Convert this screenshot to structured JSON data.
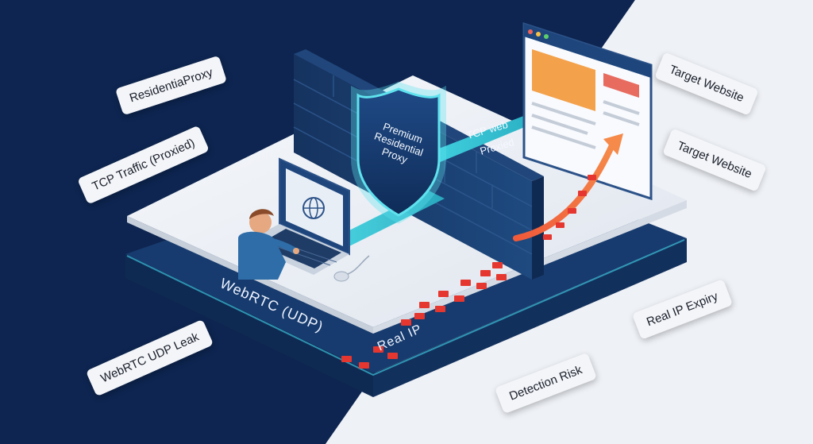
{
  "labels": {
    "residential_proxy": "ResidentiaProxy",
    "tcp_traffic": "TCP Traffic (Proxied)",
    "target_website_1": "Target Website",
    "target_website_2": "Target Website",
    "webrtc_leak": "WebRTC UDP Leak",
    "detection_risk": "Detection Risk",
    "real_ip_expiry": "Real IP Expiry"
  },
  "platform": {
    "webrtc_udp": "WebRTC (UDP)",
    "real_ip": "Real IP"
  },
  "shield": {
    "text": "Premium\nResidential\nProxy"
  },
  "arrow": {
    "tcp_web": "TCP web",
    "proxied": "Proxied"
  },
  "colors": {
    "background_dark": "#0d2550",
    "background_light": "#eef1f6",
    "platform_top": "#f2f4f8",
    "platform_dark": "#173b6e",
    "cyan_accent": "#41c8d8",
    "leak_red": "#e5372f",
    "browser_orange": "#f4a14b"
  },
  "icons": [
    "person-at-laptop-icon",
    "globe-icon",
    "shield-icon",
    "browser-window-icon",
    "mouse-icon"
  ]
}
